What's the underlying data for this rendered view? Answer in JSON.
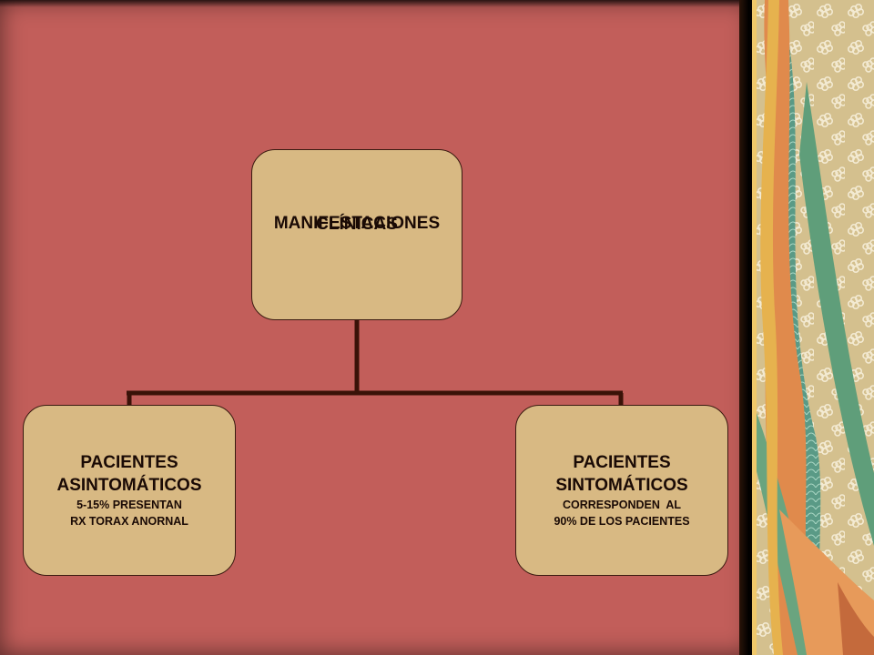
{
  "diagram": {
    "root": {
      "line1": "MANIFESTACIONES",
      "line2": "CLÍNICAS"
    },
    "children": [
      {
        "title1": "PACIENTES",
        "title2": "ASINTOMÁTICOS",
        "detail1": "5-15% PRESENTAN",
        "detail2": "RX TORAX ANORNAL"
      },
      {
        "title1": "PACIENTES",
        "title2": "SINTOMÁTICOS",
        "detail1": "CORRESPONDEN  AL",
        "detail2": "90% DE LOS PACIENTES"
      }
    ]
  },
  "colors": {
    "background": "#c25e5a",
    "node_fill": "#d8b983",
    "connector": "#3a1208"
  }
}
